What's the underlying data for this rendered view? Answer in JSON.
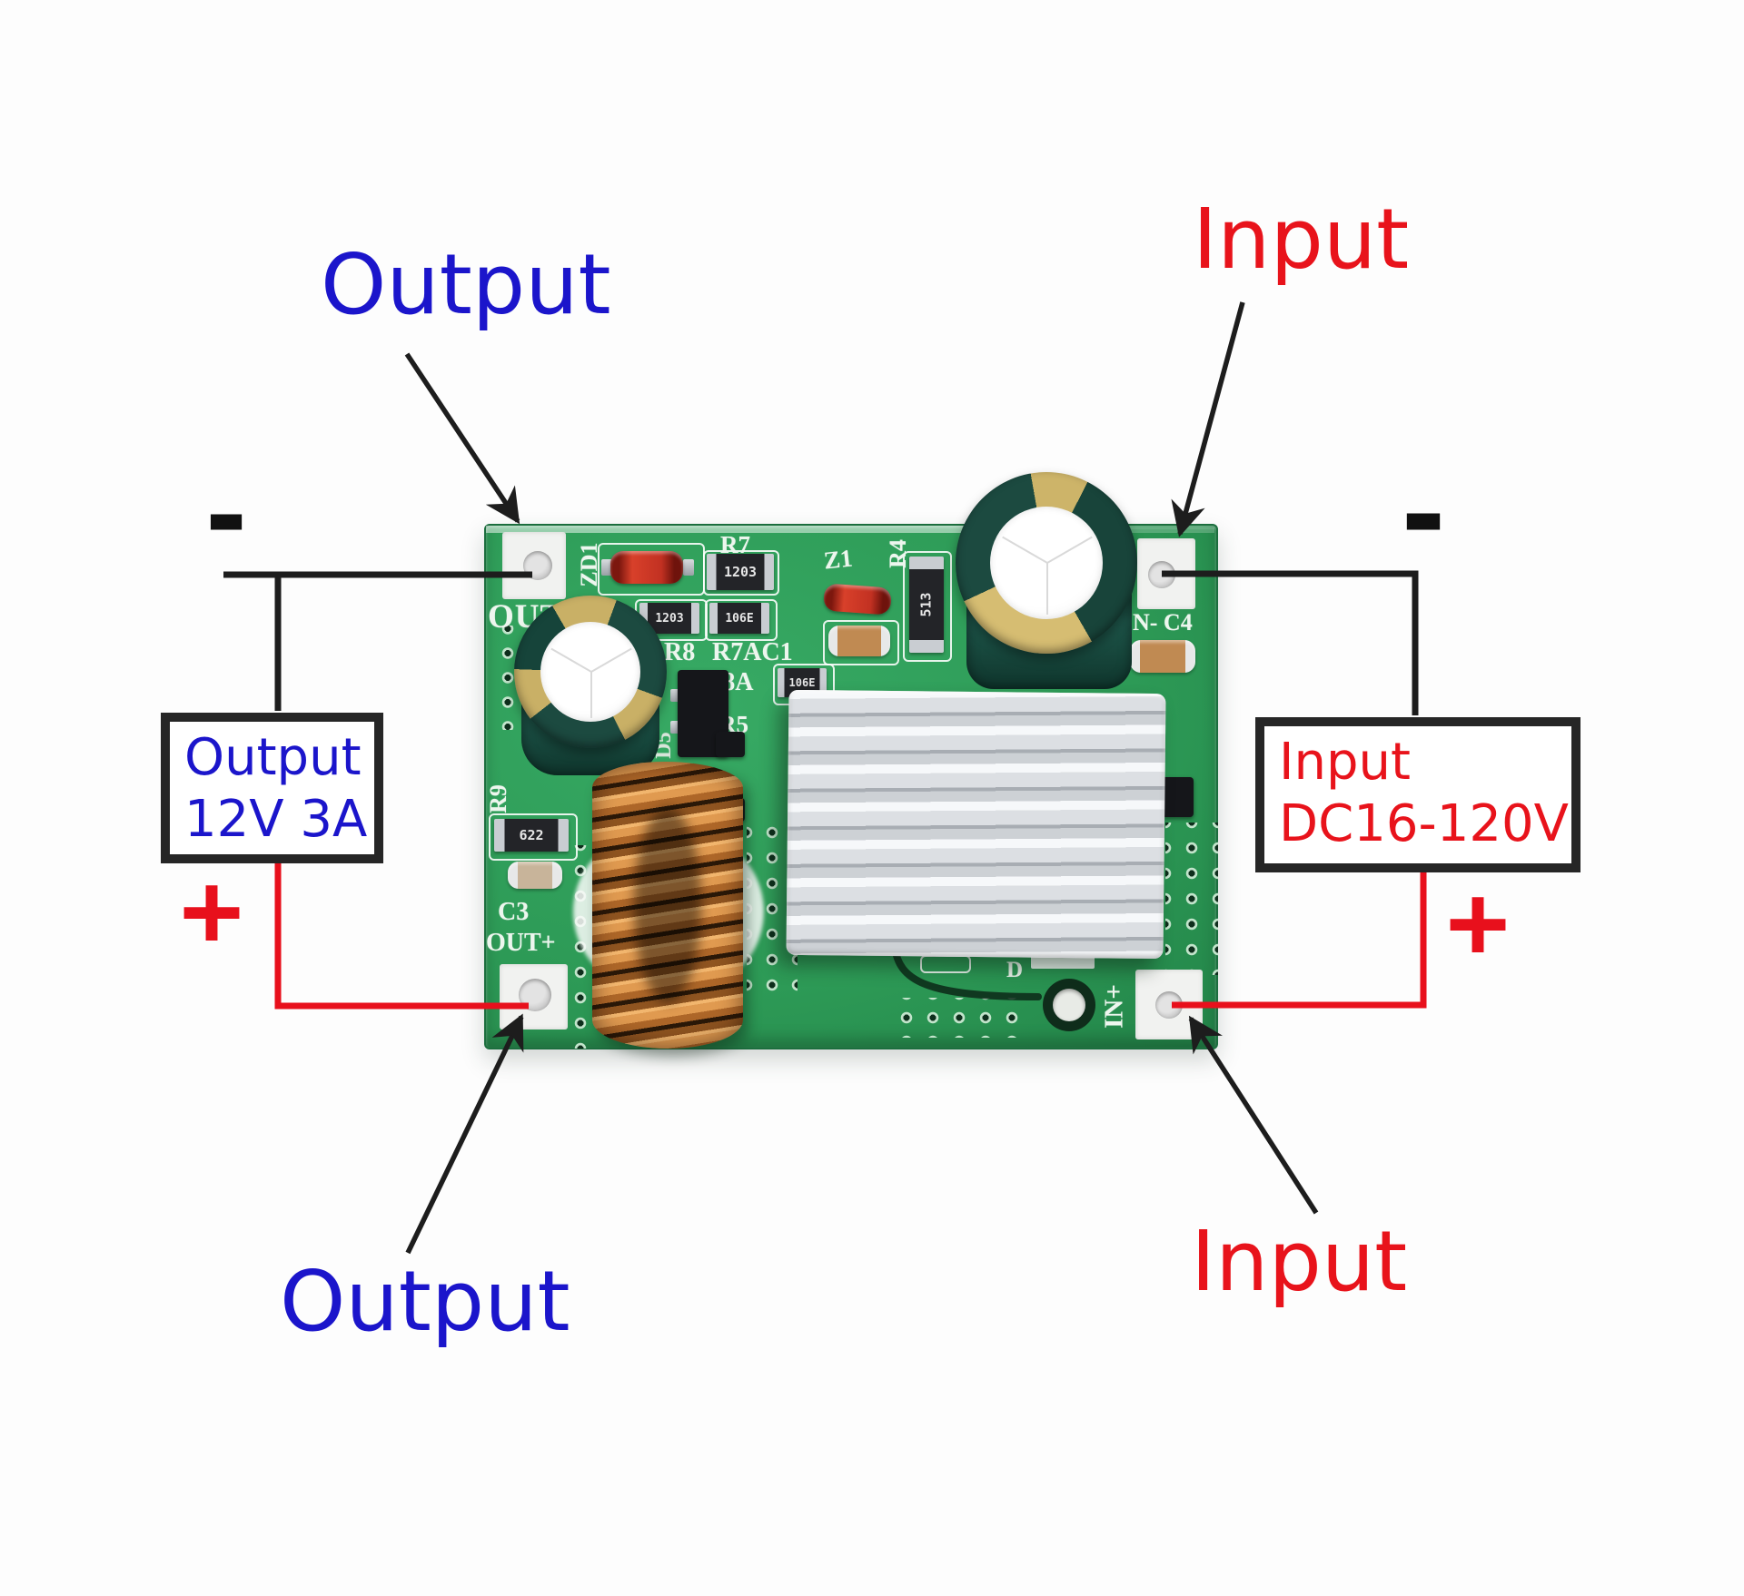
{
  "colors": {
    "label_blue": "#1b15cb",
    "label_red": "#e8131b",
    "wire_black": "#1d1d1d",
    "wire_red": "#e8101c",
    "board_green": "#2d9a56",
    "copper": "#cf8743",
    "heatsink_silver": "#d8dbdf",
    "silkscreen_white": "#edf6ee"
  },
  "annotations": {
    "top_output": "Output",
    "top_input": "Input",
    "bottom_output": "Output",
    "bottom_input": "Input",
    "minus_left": "-",
    "minus_right": "-",
    "plus_left": "+",
    "plus_right": "+",
    "output_box": {
      "line1": "Output",
      "line2": "12V 3A"
    },
    "input_box": {
      "line1": "Input",
      "line2": "DC16-120V"
    }
  },
  "pcb": {
    "silkscreen": {
      "out_neg": "OUT",
      "zd1": "ZD1",
      "r7": "R7",
      "n": "N",
      "r8": "R8",
      "r7ac1": "R7AC1",
      "r8a": "R8A",
      "r5": "R5",
      "z1": "Z1",
      "r4": "R4",
      "in_neg_c4": "N- C4",
      "r9": "R9",
      "c3": "C3",
      "out_pos": "OUT+",
      "in_pos": "IN+",
      "d": "D",
      "d5": "D5"
    },
    "smd_codes": {
      "res1": "1203",
      "res2": "1203",
      "res3": "106E",
      "res4": "106E",
      "res5": "513",
      "res6": "622"
    }
  }
}
